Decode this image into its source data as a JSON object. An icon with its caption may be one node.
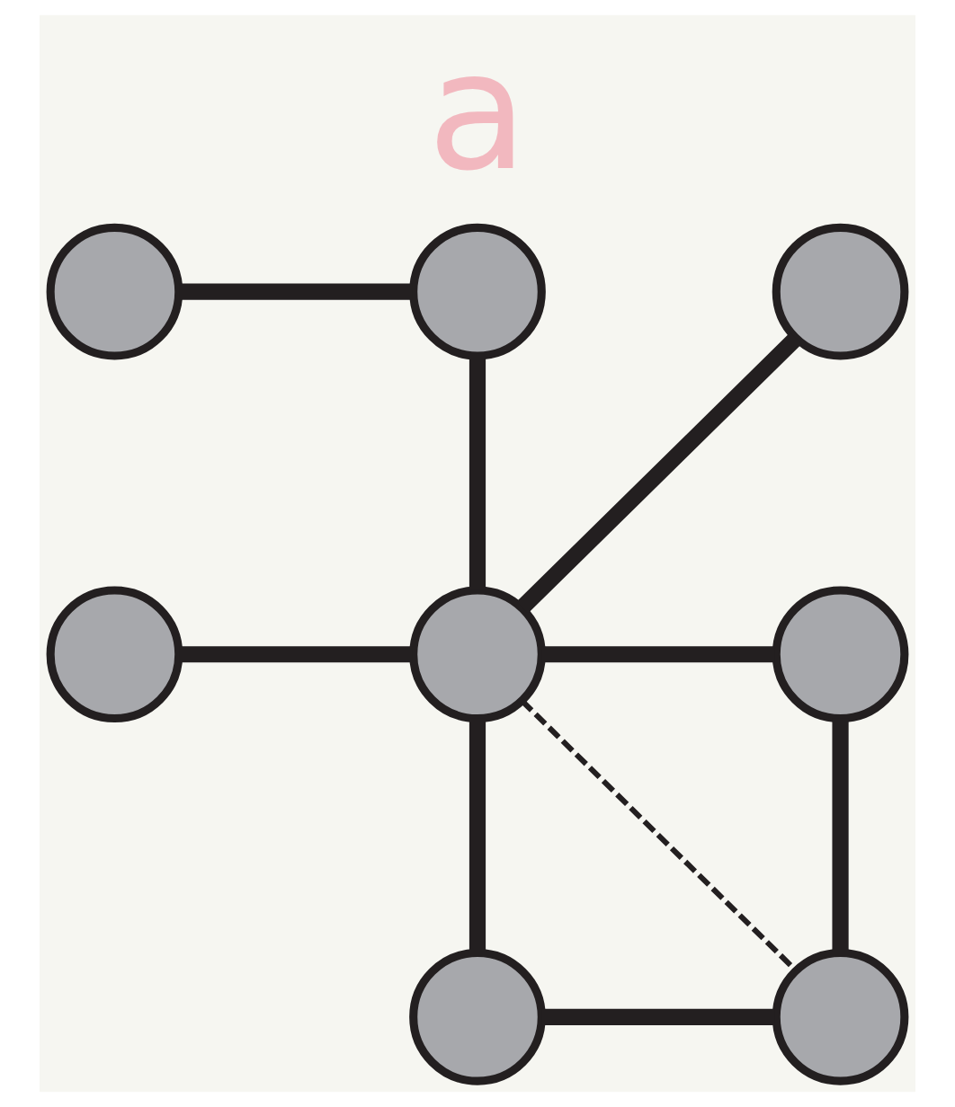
{
  "diagram": {
    "title": "a",
    "nodes": [
      {
        "text": [],
        "shape": "circle"
      },
      {
        "text": [],
        "shape": "circle"
      },
      {
        "text": [],
        "shape": "circle"
      },
      {
        "text": [],
        "shape": "circle"
      },
      {
        "text": [],
        "shape": "circle"
      },
      {
        "text": [],
        "shape": "circle"
      },
      {
        "text": [],
        "shape": "circle"
      },
      {
        "text": [],
        "shape": "circle"
      }
    ],
    "edges": [
      {
        "from": 0,
        "to": 1,
        "arrow": "none"
      },
      {
        "from": 1,
        "to": 4,
        "arrow": "none"
      },
      {
        "from": 4,
        "to": 2,
        "arrow": "none"
      },
      {
        "from": 3,
        "to": 4,
        "arrow": "none"
      },
      {
        "from": 4,
        "to": 5,
        "arrow": "none"
      },
      {
        "from": 4,
        "to": 6,
        "arrow": "none"
      },
      {
        "from": 4,
        "to": 7,
        "arrow": "none",
        "style": "dashed"
      },
      {
        "from": 5,
        "to": 7,
        "arrow": "none"
      },
      {
        "from": 6,
        "to": 7,
        "arrow": "none"
      }
    ]
  }
}
